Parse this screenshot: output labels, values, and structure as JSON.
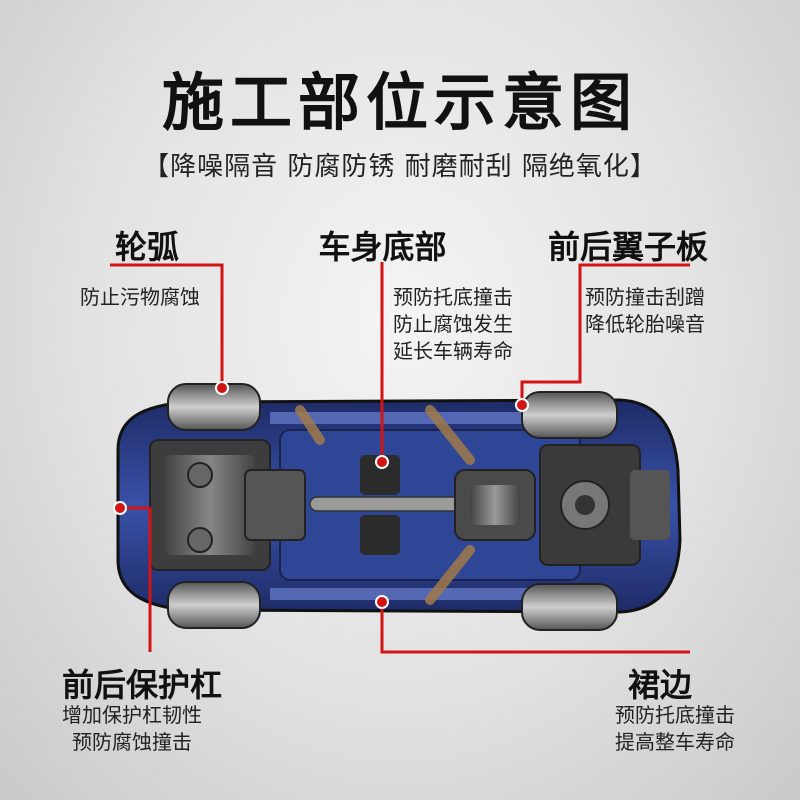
{
  "title": "施工部位示意图",
  "subtitle": "【降噪隔音  防腐防锈  耐磨耐刮  隔绝氧化】",
  "callouts": {
    "wheel_arch": {
      "heading": "轮弧",
      "lines": [
        "防止污物腐蚀"
      ]
    },
    "underbody": {
      "heading": "车身底部",
      "lines": [
        "预防托底撞击",
        "防止腐蚀发生",
        "延长车辆寿命"
      ]
    },
    "fenders": {
      "heading": "前后翼子板",
      "lines": [
        "预防撞击刮蹭",
        "降低轮胎噪音"
      ]
    },
    "bumpers": {
      "heading": "前后保护杠",
      "lines": [
        "增加保护杠韧性",
        "预防腐蚀撞击"
      ]
    },
    "skirt": {
      "heading": "裙边",
      "lines": [
        "预防托底撞击",
        "提高整车寿命"
      ]
    }
  },
  "colors": {
    "accent": "#d21414",
    "car_body": "#2a3d8a",
    "title_text": "#111111"
  }
}
